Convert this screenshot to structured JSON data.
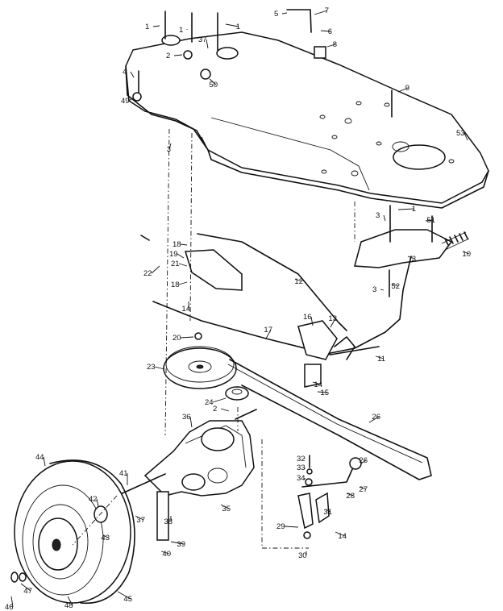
{
  "diagram": {
    "callouts": [
      {
        "label": "1"
      },
      {
        "label": "1"
      },
      {
        "label": "1"
      },
      {
        "label": "5"
      },
      {
        "label": "7"
      },
      {
        "label": "6"
      },
      {
        "label": "8"
      },
      {
        "label": "2"
      },
      {
        "label": "37"
      },
      {
        "label": "4"
      },
      {
        "label": "50"
      },
      {
        "label": "49"
      },
      {
        "label": "9"
      },
      {
        "label": "3"
      },
      {
        "label": "53"
      },
      {
        "label": "1"
      },
      {
        "label": "3"
      },
      {
        "label": "51"
      },
      {
        "label": "10"
      },
      {
        "label": "3"
      },
      {
        "label": "52"
      },
      {
        "label": "3"
      },
      {
        "label": "18"
      },
      {
        "label": "19"
      },
      {
        "label": "21"
      },
      {
        "label": "22"
      },
      {
        "label": "18"
      },
      {
        "label": "14"
      },
      {
        "label": "12"
      },
      {
        "label": "16"
      },
      {
        "label": "13"
      },
      {
        "label": "20"
      },
      {
        "label": "17"
      },
      {
        "label": "11"
      },
      {
        "label": "23"
      },
      {
        "label": "14"
      },
      {
        "label": "15"
      },
      {
        "label": "24"
      },
      {
        "label": "2"
      },
      {
        "label": "36"
      },
      {
        "label": "26"
      },
      {
        "label": "44"
      },
      {
        "label": "32"
      },
      {
        "label": "33"
      },
      {
        "label": "34"
      },
      {
        "label": "26"
      },
      {
        "label": "27"
      },
      {
        "label": "28"
      },
      {
        "label": "41"
      },
      {
        "label": "42"
      },
      {
        "label": "37"
      },
      {
        "label": "35"
      },
      {
        "label": "43"
      },
      {
        "label": "38"
      },
      {
        "label": "29"
      },
      {
        "label": "31"
      },
      {
        "label": "39"
      },
      {
        "label": "14"
      },
      {
        "label": "30"
      },
      {
        "label": "40"
      },
      {
        "label": "46"
      },
      {
        "label": "47"
      },
      {
        "label": "48"
      },
      {
        "label": "45"
      }
    ]
  }
}
